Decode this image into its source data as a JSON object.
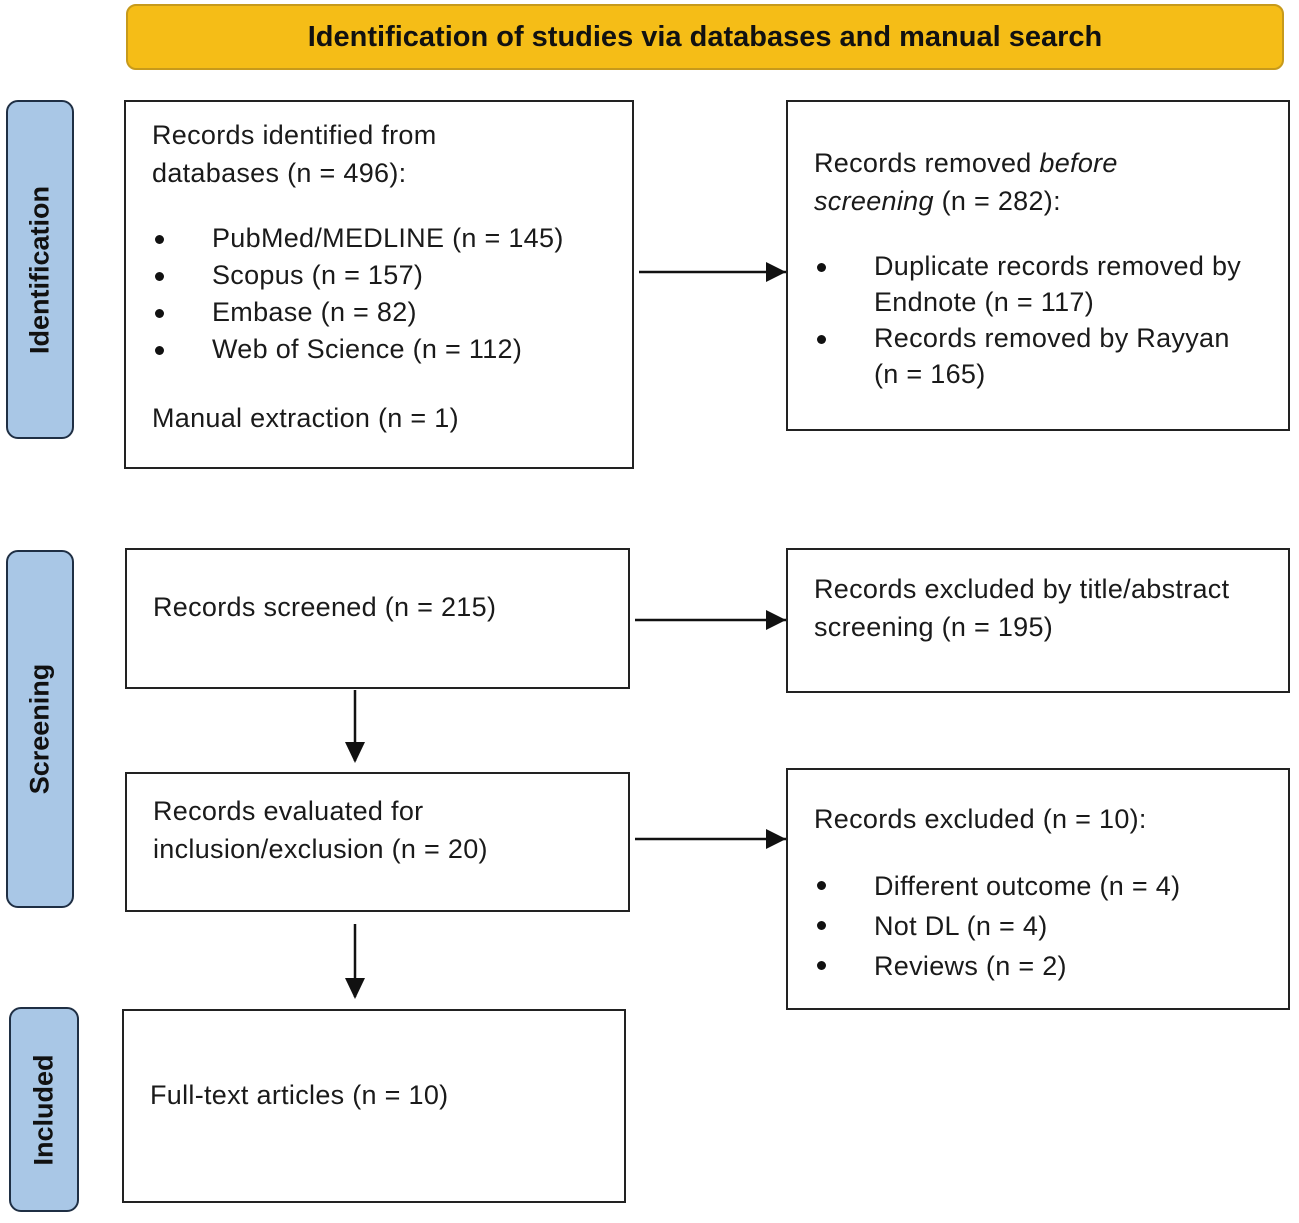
{
  "header": {
    "title": "Identification of studies via databases and manual search"
  },
  "stages": {
    "identification": "Identification",
    "screening": "Screening",
    "included": "Included"
  },
  "boxes": {
    "identified": {
      "heading": "Records identified from databases (n = 496):",
      "items": [
        "PubMed/MEDLINE (n = 145)",
        "Scopus (n = 157)",
        "Embase (n = 82)",
        "Web of Science (n = 112)"
      ],
      "footer": "Manual extraction (n = 1)"
    },
    "removed": {
      "heading_prefix": "Records removed ",
      "heading_italic": "before screening",
      "heading_suffix": " (n = 282):",
      "items": [
        "Duplicate records removed by Endnote (n = 117)",
        "Records removed by Rayyan (n = 165)"
      ]
    },
    "screened": {
      "text": "Records screened (n = 215)"
    },
    "excluded_title": {
      "text": "Records excluded by title/abstract screening (n = 195)"
    },
    "evaluated": {
      "text": "Records evaluated for inclusion/exclusion (n = 20)"
    },
    "excluded": {
      "heading": "Records excluded (n = 10):",
      "items": [
        "Different outcome (n = 4)",
        "Not DL (n = 4)",
        "Reviews (n = 2)"
      ]
    },
    "fulltext": {
      "text": "Full-text articles (n = 10)"
    }
  },
  "colors": {
    "header_fill": "#f5bd17",
    "stage_fill": "#a9c7e6",
    "stage_border": "#1f2f44"
  }
}
